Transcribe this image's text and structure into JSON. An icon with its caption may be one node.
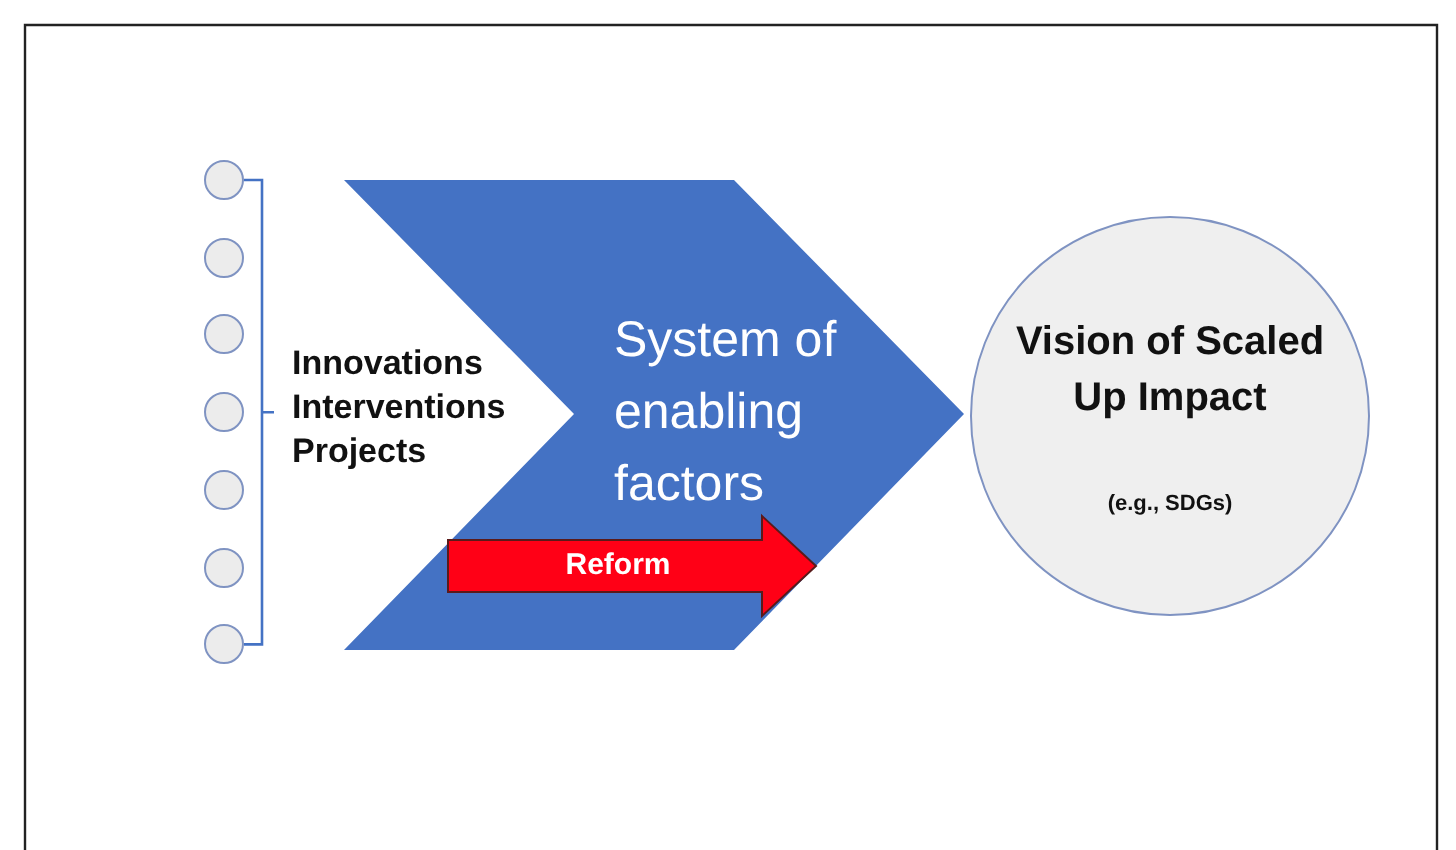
{
  "diagram": {
    "nodes": [
      {
        "text": [],
        "shape": "circle"
      },
      {
        "text": [],
        "shape": "circle"
      },
      {
        "text": [],
        "shape": "circle"
      },
      {
        "text": [],
        "shape": "circle"
      },
      {
        "text": [],
        "shape": "circle"
      },
      {
        "text": [],
        "shape": "circle"
      },
      {
        "text": [],
        "shape": "circle"
      },
      {
        "text": [
          "System of enabling factors"
        ]
      },
      {
        "text": [
          "Reform"
        ],
        "in": 7
      },
      {
        "text": [
          "Vision of Scaled Up Impact",
          "(e.g., SDGs)"
        ]
      }
    ],
    "labels": [
      "Innovations",
      "Interventions",
      "Projects"
    ]
  }
}
